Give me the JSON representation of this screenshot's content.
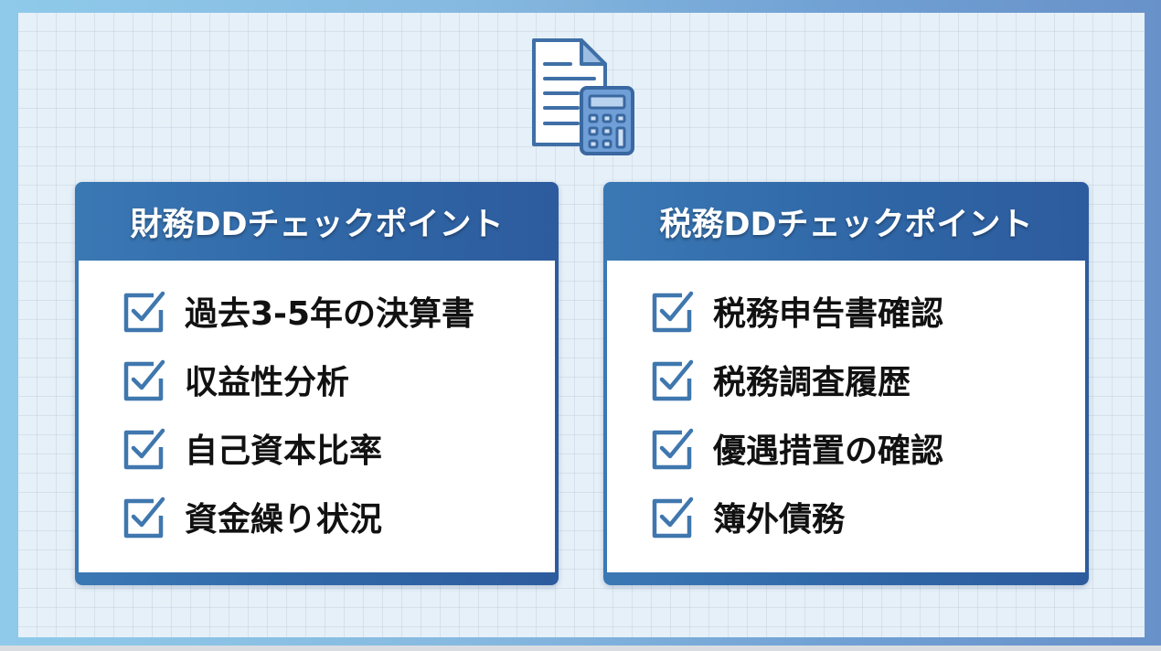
{
  "header_icon": {
    "name": "document-calculator-icon"
  },
  "colors": {
    "accent": "#2f65a5",
    "checkbox": "#3f77ae",
    "header_text": "#ffffff",
    "item_text": "#111111",
    "panel_background": "#e6f0f8"
  },
  "cards": [
    {
      "title": "財務DDチェックポイント",
      "items": [
        {
          "label": "過去3-5年の決算書",
          "checked": true
        },
        {
          "label": "収益性分析",
          "checked": true
        },
        {
          "label": "自己資本比率",
          "checked": true
        },
        {
          "label": "資金繰り状況",
          "checked": true
        }
      ]
    },
    {
      "title": "税務DDチェックポイント",
      "items": [
        {
          "label": "税務申告書確認",
          "checked": true
        },
        {
          "label": "税務調査履歴",
          "checked": true
        },
        {
          "label": "優遇措置の確認",
          "checked": true
        },
        {
          "label": "簿外債務",
          "checked": true
        }
      ]
    }
  ]
}
